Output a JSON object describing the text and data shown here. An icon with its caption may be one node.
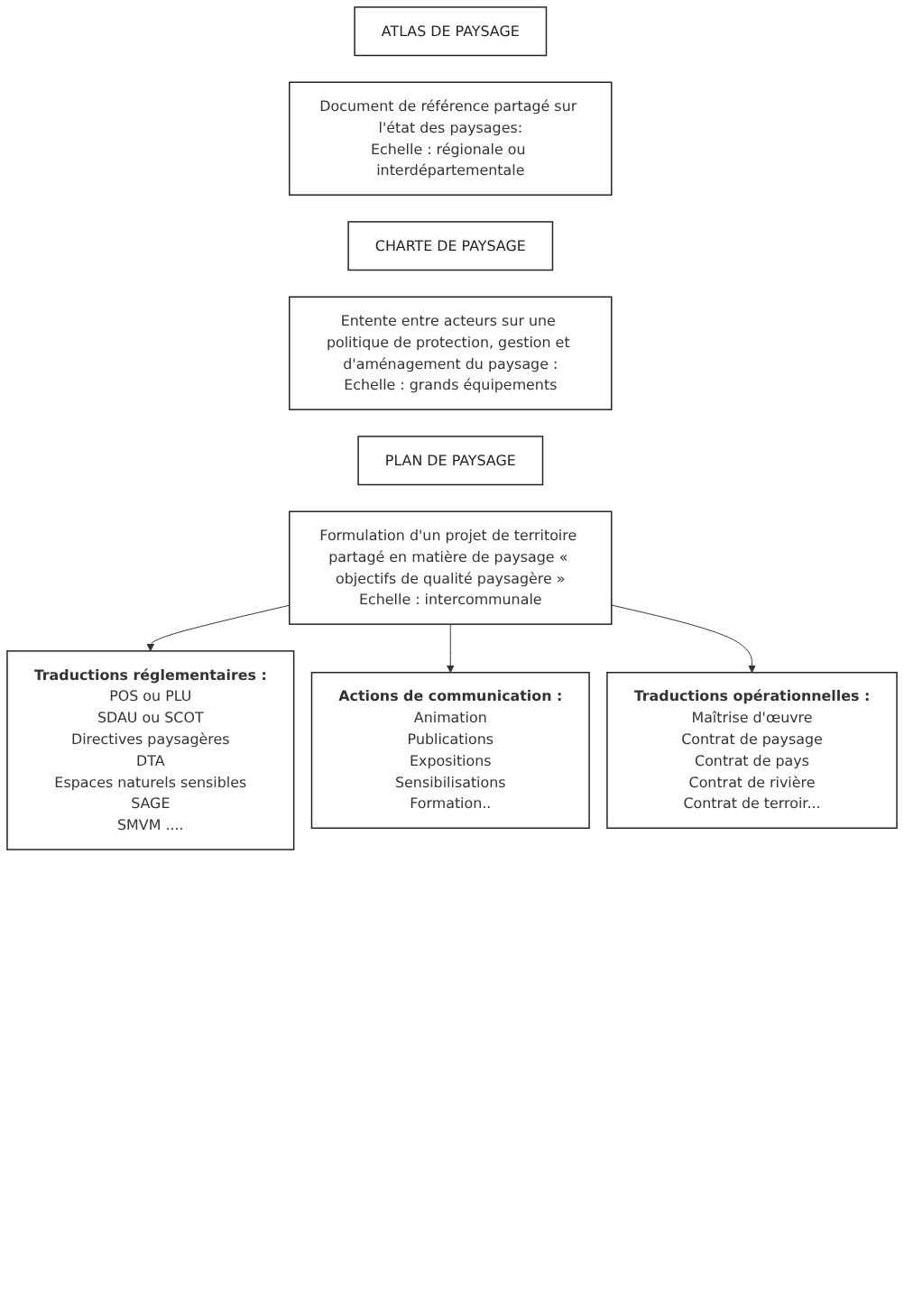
{
  "diagram": {
    "nodes": [
      {
        "text": [
          "ATLAS DE PAYSAGE"
        ]
      },
      {
        "text": [
          "Document de référence partagé sur l'état des paysages:",
          "Echelle : régionale ou interdépartementale"
        ]
      },
      {
        "text": [
          "CHARTE DE PAYSAGE"
        ]
      },
      {
        "text": [
          "Entente entre acteurs sur une politique de protection, gestion et d'aménagement du paysage :",
          "Echelle : grands équipements"
        ]
      },
      {
        "text": [
          "PLAN DE PAYSAGE"
        ]
      },
      {
        "text": [
          "Formulation d'un projet de territoire partagé en matière de paysage « objectifs de qualité paysagère »",
          "Echelle : intercommunale"
        ]
      },
      {
        "text": [
          "Traductions réglementaires :",
          "POS ou PLU",
          "SDAU ou SCOT",
          "Directives paysagères",
          "DTA",
          "Espaces naturels sensibles",
          "SAGE",
          "SMVM ...."
        ]
      },
      {
        "text": [
          "Actions de communication :",
          "Animation",
          "Publications",
          "Expositions",
          "Sensibilisations",
          "Formation.."
        ]
      },
      {
        "text": [
          "Traductions opérationnelles :",
          "Maîtrise d'œuvre",
          "Contrat de paysage",
          "Contrat de pays",
          "Contrat de rivière",
          "Contrat de terroir..."
        ]
      }
    ],
    "edges": [
      {
        "from": 5,
        "to": 6,
        "arrow": "to"
      },
      {
        "from": 5,
        "to": 7,
        "arrow": "to"
      },
      {
        "from": 5,
        "to": 8,
        "arrow": "to"
      }
    ]
  }
}
